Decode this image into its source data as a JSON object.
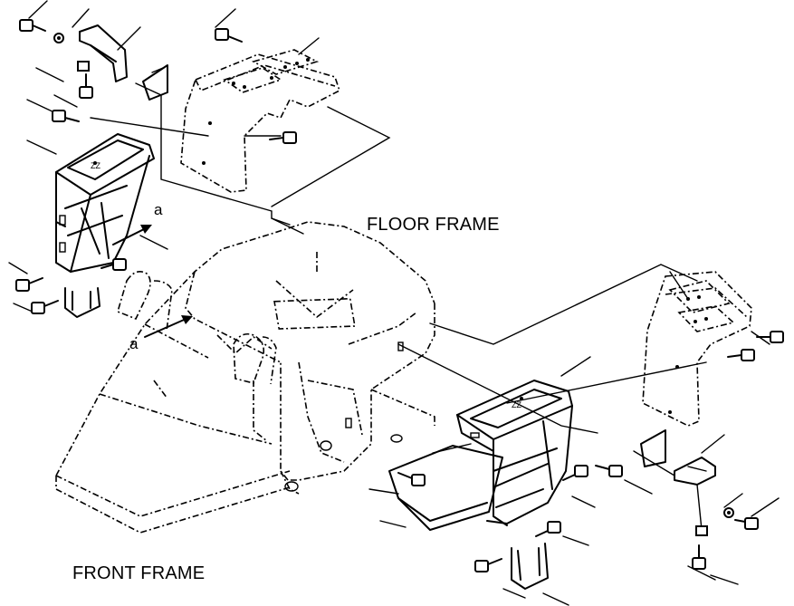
{
  "labels": {
    "floor_frame": "FLOOR FRAME",
    "front_frame": "FRONT FRAME",
    "arrow_top": "a",
    "arrow_left": "a"
  },
  "colors": {
    "line": "#000000",
    "background": "#ffffff"
  }
}
